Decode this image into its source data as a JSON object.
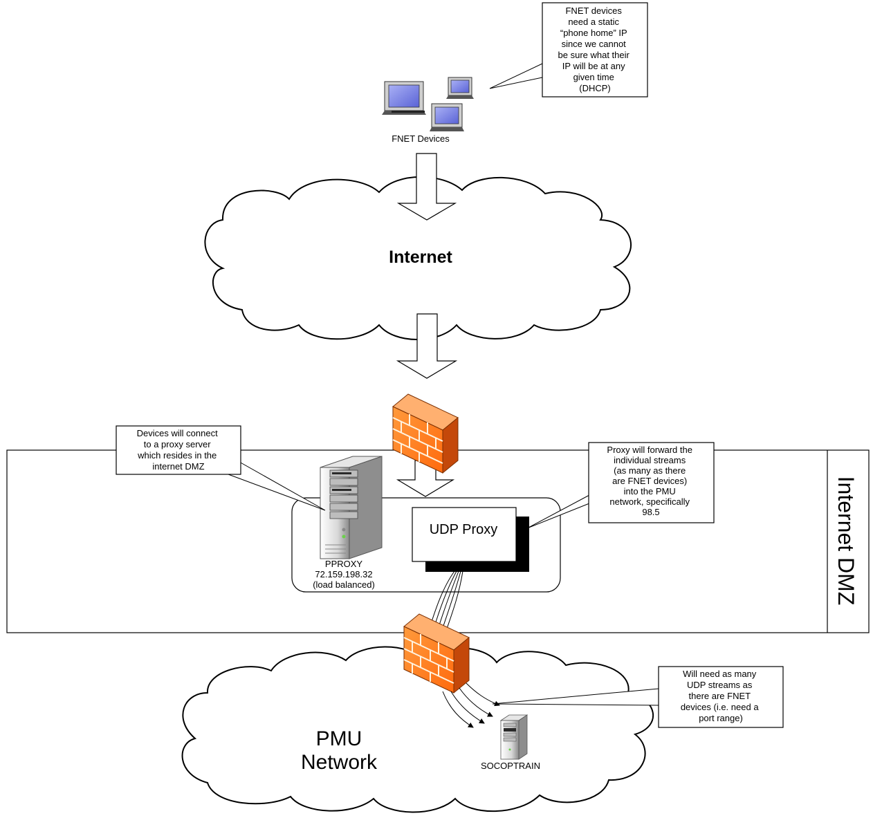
{
  "callouts": {
    "fnet_note": [
      "FNET devices",
      "need a static",
      "“phone home” IP",
      "since we cannot",
      "be sure what their",
      "IP will be at any",
      "given time",
      "(DHCP)"
    ],
    "dmz_note": [
      "Devices will connect",
      "to a proxy server",
      "which resides in the",
      "internet DMZ"
    ],
    "forward_note": [
      "Proxy will forward the",
      "individual streams",
      "(as many as there",
      "are FNET devices)",
      "into the PMU",
      "network, specifically",
      "98.5"
    ],
    "udp_note": [
      "Will need as many",
      "UDP streams as",
      "there are FNET",
      "devices (i.e. need a",
      "port range)"
    ]
  },
  "labels": {
    "fnet_devices": "FNET Devices",
    "internet": "Internet",
    "dmz_zone": "Internet DMZ",
    "udp_proxy": "UDP Proxy",
    "pproxy": [
      "PPROXY",
      "72.159.198.32",
      "(load balanced)"
    ],
    "pmu_network": [
      "PMU",
      "Network"
    ],
    "socoptrain": "SOCOPTRAIN"
  },
  "colors": {
    "firewall_face": "#ff7a1a",
    "firewall_side": "#c4480a",
    "firewall_top": "#ffb070",
    "screen": "#7c86e6",
    "server_light": "#f2f2f2",
    "server_dark": "#9a9a9a"
  },
  "icons": [
    "computer-icon",
    "firewall-icon",
    "server-icon"
  ]
}
